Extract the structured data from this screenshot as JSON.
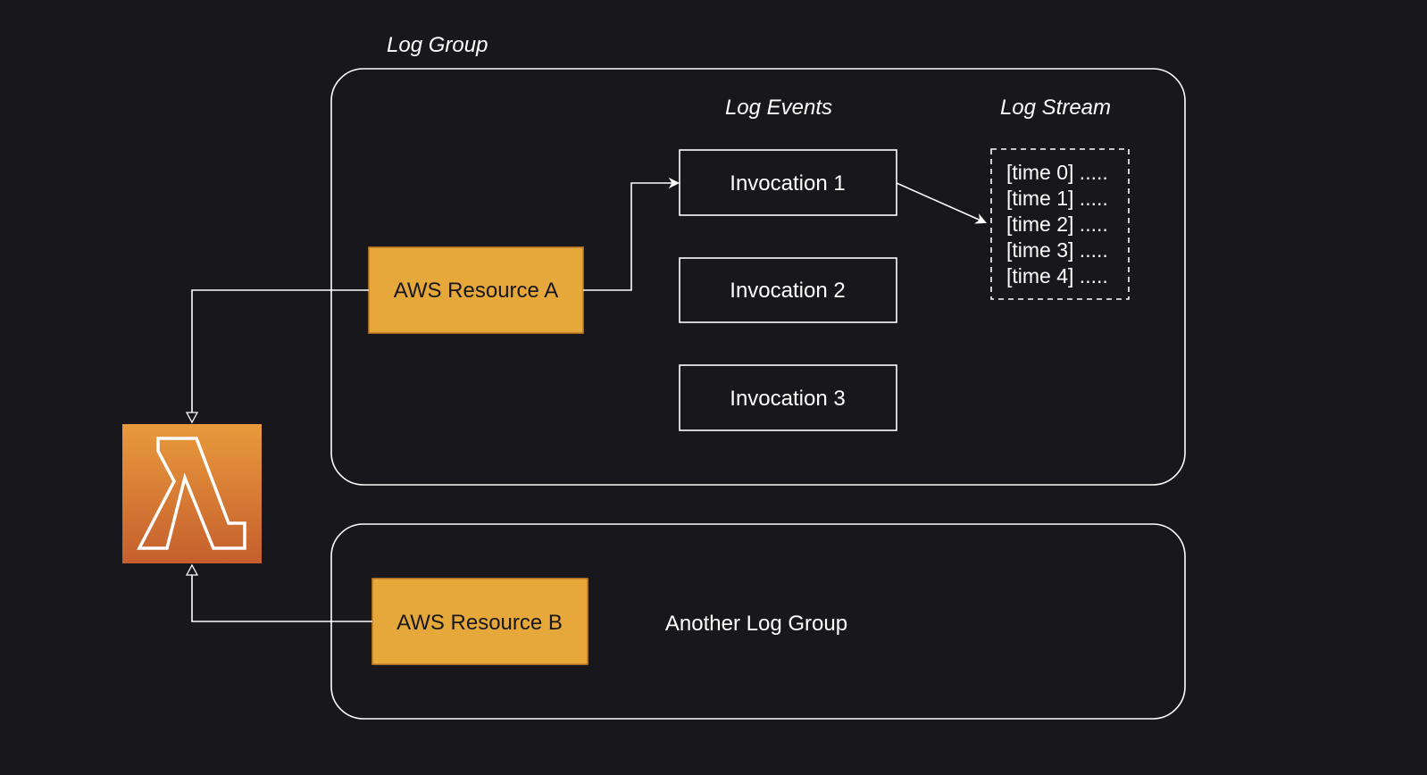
{
  "colors": {
    "background": "#18171c",
    "stroke": "#ffffff",
    "resource_fill": "#e6a83b",
    "resource_border": "#c47d23",
    "lambda_top": "#e99a3c",
    "lambda_bottom": "#c55f2e"
  },
  "log_group": {
    "label": "Log Group"
  },
  "log_events": {
    "label": "Log Events",
    "items": [
      "Invocation 1",
      "Invocation 2",
      "Invocation 3"
    ]
  },
  "log_stream": {
    "label": "Log Stream",
    "lines": [
      "[time 0] .....",
      "[time 1] .....",
      "[time 2] .....",
      "[time 3] .....",
      "[time 4] ....."
    ]
  },
  "resource_a": {
    "label": "AWS Resource A"
  },
  "resource_b": {
    "label": "AWS Resource B"
  },
  "another_log_group": {
    "label": "Another Log Group"
  },
  "lambda": {
    "icon": "lambda-icon"
  }
}
